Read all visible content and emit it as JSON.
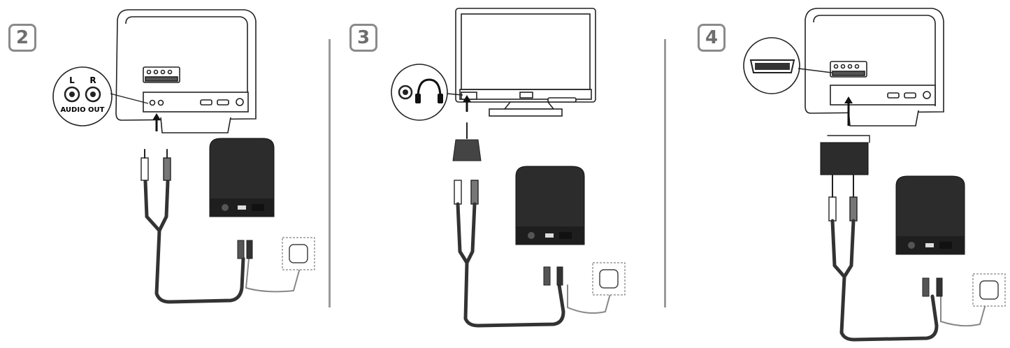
{
  "steps": [
    {
      "number": "2",
      "labels": {
        "left": "L",
        "right": "R",
        "caption": "AUDIO OUT"
      }
    },
    {
      "number": "3"
    },
    {
      "number": "4"
    }
  ],
  "colors": {
    "line": "#222222",
    "cable": "#3a3a3a",
    "device": "#2c2c2c",
    "badge": "#8a8a8a"
  }
}
